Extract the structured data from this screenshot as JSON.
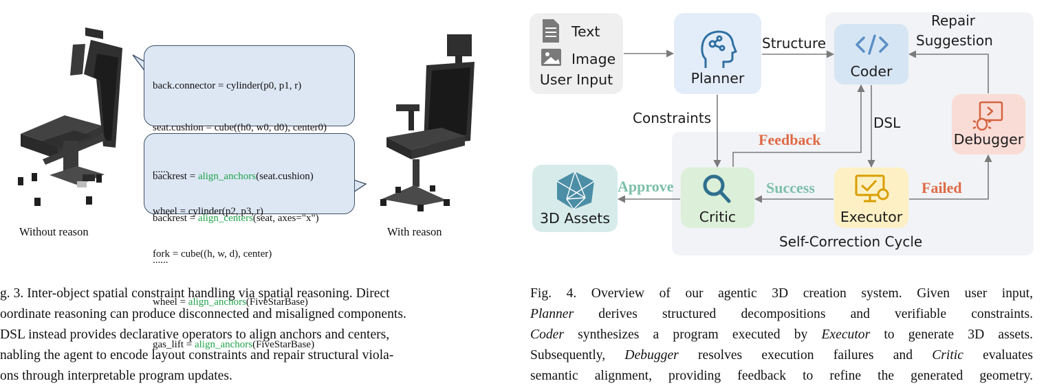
{
  "fig3": {
    "code_top": [
      "back.connector = cylinder(p0, p1, r)",
      "seat.cushion = cube((h0, w0, d0), center0)",
      "......",
      "wheel = cylinder(p2, p3, r)",
      "fork = cube((h, w, d), center)"
    ],
    "code_bottom": [
      {
        "pre": "backrest = ",
        "fn": "align_anchors",
        "post": "(seat.cushion)"
      },
      {
        "pre": "backrest = ",
        "fn": "align_centers",
        "post": "(seat, axes=\"x\")"
      },
      {
        "pre": "......",
        "fn": "",
        "post": ""
      },
      {
        "pre": "wheel = ",
        "fn": "align_anchors",
        "post": "(FiveStarBase)"
      },
      {
        "pre": "gas_lift = ",
        "fn": "align_anchors",
        "post": "(FiveStarBase)"
      }
    ],
    "label_left": "Without reason",
    "label_right": "With reason",
    "caption_lines": [
      "g. 3.  Inter-object spatial constraint handling via spatial reasoning. Direct",
      "oordinate reasoning can produce disconnected and misaligned components.",
      "DSL instead provides declarative operators to align anchors and centers,",
      "nabling the agent to encode layout constraints and repair structural viola-",
      "ons through interpretable program updates."
    ]
  },
  "fig4": {
    "input_text": "Text",
    "input_image": "Image",
    "input_label": "User Input",
    "planner": "Planner",
    "coder": "Coder",
    "debugger": "Debugger",
    "executor": "Executor",
    "critic": "Critic",
    "assets": "3D Assets",
    "edge_structure": "Structure",
    "edge_repair_1": "Repair",
    "edge_repair_2": "Suggestion",
    "edge_constraints": "Constraints",
    "edge_feedback": "Feedback",
    "edge_dsl": "DSL",
    "edge_success": "Success",
    "edge_failed": "Failed",
    "edge_approve": "Approve",
    "cycle_label": "Self-Correction Cycle",
    "colors": {
      "feedback": "#e06a45",
      "success": "#7cbfa9",
      "failed": "#e06a45",
      "approve": "#7cbfa9",
      "planner_bg": "#e3edfa",
      "coder_bg": "#d6e5f4",
      "debugger_bg": "#fadcd6",
      "executor_bg": "#fdf0c4",
      "critic_bg": "#dcefd8",
      "assets_bg": "#d7ebeb",
      "input_bg": "#efefef",
      "cycle_bg": "#f1f3f6"
    },
    "caption": {
      "line1": "Fig. 4. Overview of our agentic 3D creation system. Given user input,",
      "line2_em": "Planner",
      "line2_rest": " derives structured decompositions and verifiable constraints.",
      "line3_em1": "Coder",
      "line3_mid": " synthesizes a program executed by ",
      "line3_em2": "Executor",
      "line3_rest": " to generate 3D assets.",
      "line4_pre": "Subsequently, ",
      "line4_em1": "Debugger",
      "line4_mid": " resolves execution failures and ",
      "line4_em2": "Critic",
      "line4_rest": " evaluates",
      "line5": "semantic alignment, providing feedback to refine the generated geometry."
    }
  }
}
